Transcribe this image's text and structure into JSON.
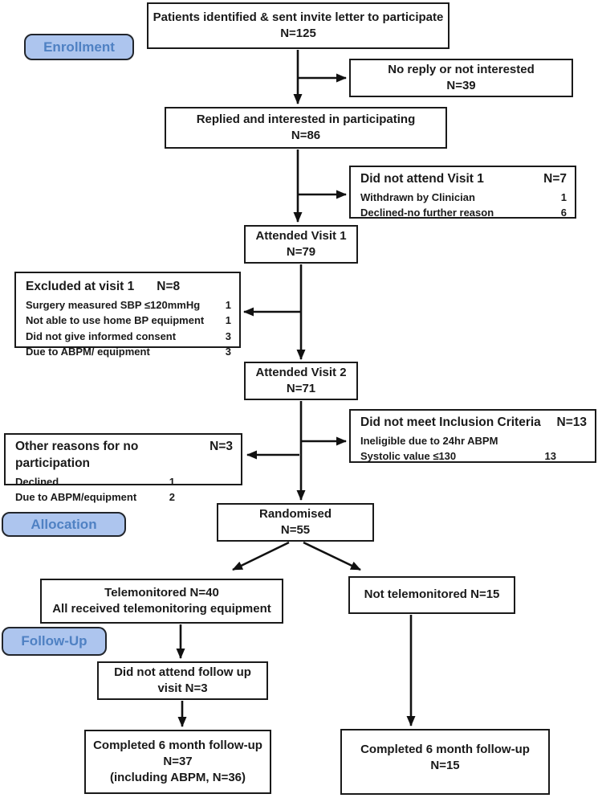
{
  "stages": {
    "enrollment": "Enrollment",
    "allocation": "Allocation",
    "followup": "Follow-Up"
  },
  "colors": {
    "stage_fill": "#adc5ee",
    "stage_text": "#4f81c3",
    "box_border": "#1a1a1a",
    "arrow": "#111111"
  },
  "boxes": {
    "invite": {
      "line1": "Patients identified & sent invite letter to participate",
      "line2": "N=125"
    },
    "no_reply": {
      "line1": "No reply or not interested",
      "line2": "N=39"
    },
    "replied": {
      "line1": "Replied and interested in participating",
      "line2": "N=86"
    },
    "dna_visit1": {
      "title": "Did not attend Visit 1",
      "n": "N=7",
      "items": [
        {
          "label": "Withdrawn by Clinician",
          "value": "1"
        },
        {
          "label": "Declined-no further reason",
          "value": "6"
        }
      ]
    },
    "attended_v1": {
      "line1": "Attended Visit 1",
      "line2": "N=79"
    },
    "excluded_v1": {
      "title": "Excluded at visit 1",
      "n": "N=8",
      "items": [
        {
          "label": "Surgery measured SBP ≤120mmHg",
          "value": "1"
        },
        {
          "label": "Not able to use home BP equipment",
          "value": "1"
        },
        {
          "label": "Did not give informed consent",
          "value": "3"
        },
        {
          "label": "Due to ABPM/ equipment",
          "value": "3"
        }
      ]
    },
    "attended_v2": {
      "line1": "Attended Visit 2",
      "line2": "N=71"
    },
    "inclusion": {
      "title": "Did not meet Inclusion Criteria",
      "n": "N=13",
      "items": [
        {
          "label": "Ineligible due to 24hr ABPM Systolic value ≤130",
          "value": "13"
        }
      ]
    },
    "other_reasons": {
      "title": "Other reasons for no participation",
      "n": "N=3",
      "items": [
        {
          "label": "Declined",
          "value": "1"
        },
        {
          "label": "Due to ABPM/equipment",
          "value": "2"
        }
      ]
    },
    "randomised": {
      "line1": "Randomised",
      "line2": "N=55"
    },
    "telemonitored": {
      "line1": "Telemonitored N=40",
      "line2": "All received telemonitoring equipment"
    },
    "not_telemonitored": {
      "line1": "Not telemonitored  N=15"
    },
    "dna_followup": {
      "line1": "Did not attend follow up",
      "line2": "visit N=3"
    },
    "completed_tm": {
      "line1": "Completed 6 month follow-up",
      "line2": "N=37",
      "line3": "(including ABPM, N=36)"
    },
    "completed_ntm": {
      "line1": "Completed 6 month follow-up",
      "line2": "N=15"
    }
  }
}
